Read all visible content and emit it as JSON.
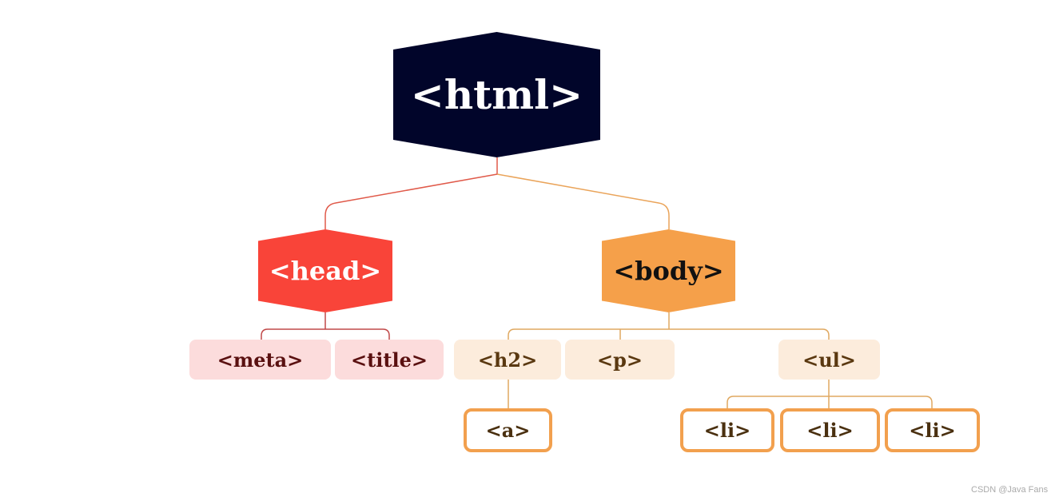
{
  "root": {
    "label": "<html>",
    "color": "#01052a"
  },
  "head": {
    "label": "<head>",
    "color": "#f94439",
    "children": [
      "<meta>",
      "<title>"
    ]
  },
  "body": {
    "label": "<body>",
    "color": "#f5a04a",
    "children": [
      "<h2>",
      "<p>",
      "<ul>"
    ]
  },
  "h2_children": [
    "<a>"
  ],
  "ul_children": [
    "<li>",
    "<li>",
    "<li>"
  ],
  "watermark": "CSDN @Java Fans"
}
